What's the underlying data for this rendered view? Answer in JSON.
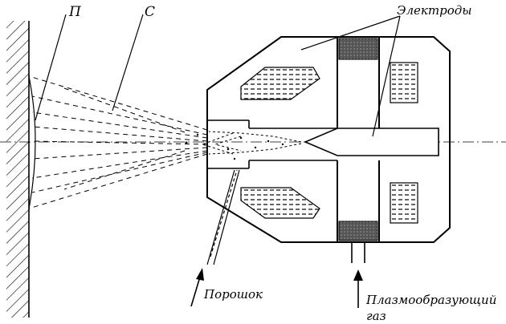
{
  "labels": {
    "coating": "П",
    "spray": "С",
    "electrodes": "Электроды",
    "powder": "Порошок",
    "gas_line1": "Плазмообразующий",
    "gas_line2": "газ"
  }
}
